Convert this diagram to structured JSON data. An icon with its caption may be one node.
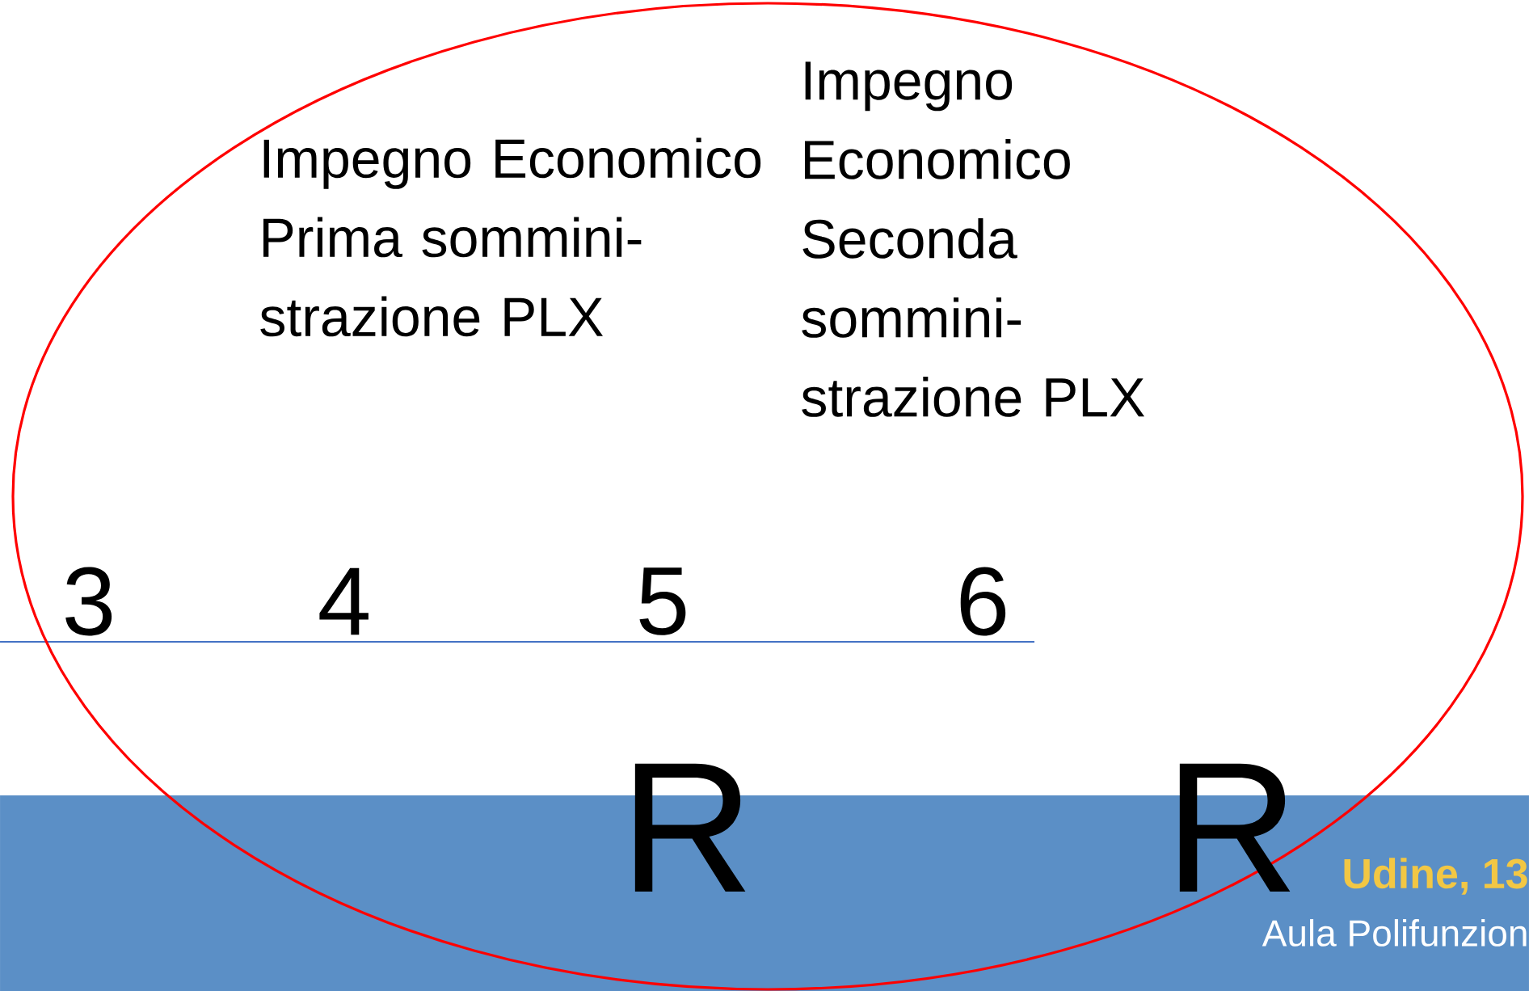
{
  "diagram": {
    "labels": [
      "Impegno Economico Prima sommini-strazione PLX",
      "Impegno Economico Seconda sommini-strazione PLX",
      "3",
      "4",
      "5",
      "6",
      "R",
      "R",
      "Udine, 13",
      "Aula Polifunzion"
    ]
  }
}
